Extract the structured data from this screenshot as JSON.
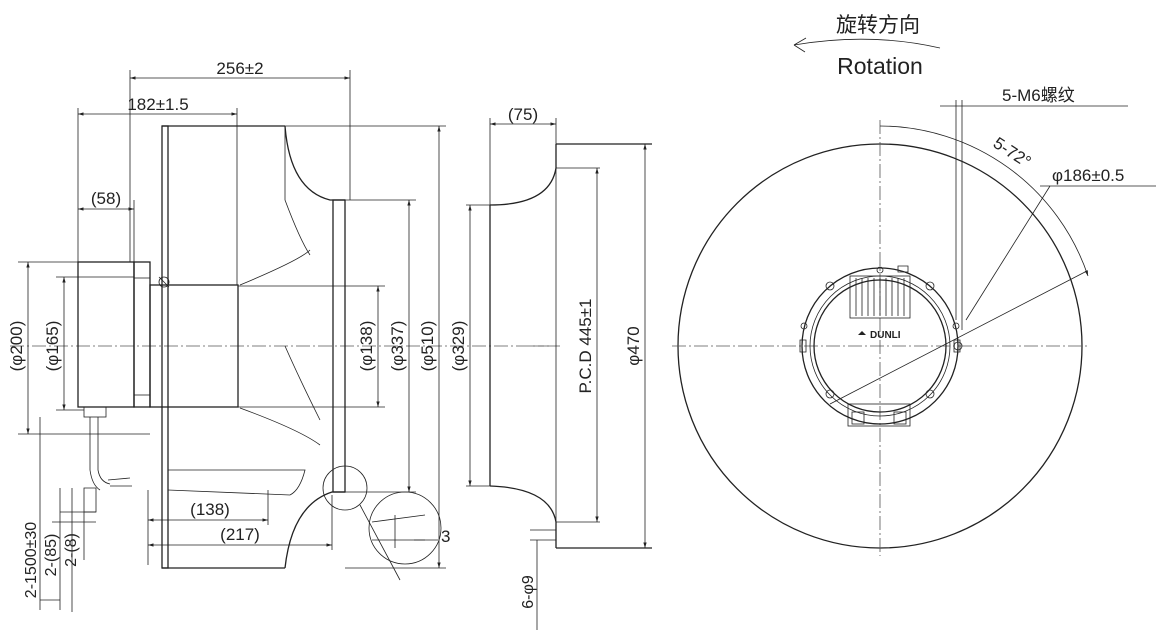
{
  "header": {
    "rotation_cn": "旋转方向",
    "rotation_en": "Rotation"
  },
  "logo": "DUNLI",
  "side_view": {
    "dim_total_length": "256±2",
    "dim_motor_length": "182±1.5",
    "dim_flange": "(58)",
    "dia_200": "(φ200)",
    "dia_165": "(φ165)",
    "dia_138": "(φ138)",
    "dia_337": "(φ337)",
    "dia_510": "(φ510)",
    "dim_138": "(138)",
    "dim_217": "(217)",
    "dim_3": "3",
    "cable_1500": "2-1500±30",
    "cable_85": "2-(85)",
    "cable_8": "2-(8)"
  },
  "inlet_view": {
    "dim_75": "(75)",
    "dia_329": "(φ329)",
    "pcd": "P.C.D 445±1",
    "dia_470": "φ470",
    "holes": "6-φ9"
  },
  "front_view": {
    "thread": "5-M6螺纹",
    "angle": "5-72°",
    "dia_186": "φ186±0.5"
  }
}
